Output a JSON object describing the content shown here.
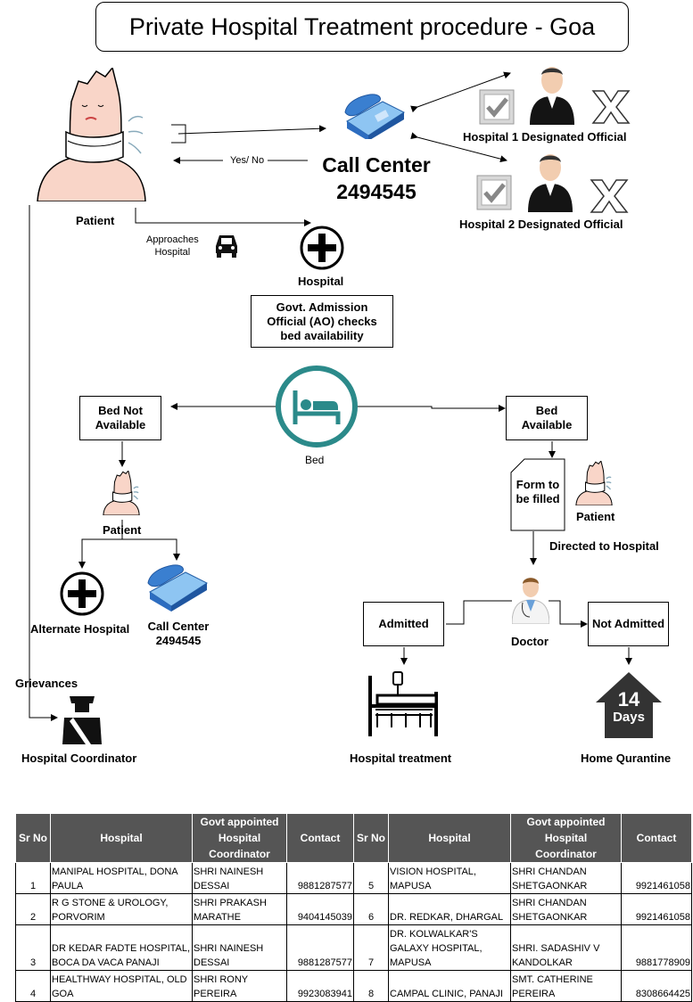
{
  "title": "Private Hospital Treatment procedure - Goa",
  "labels": {
    "patient": "Patient",
    "yes_no": "Yes/ No",
    "call_center": "Call Center",
    "call_center_number": "2494545",
    "hospital1_official": "Hospital 1 Designated Official",
    "hospital2_official": "Hospital 2 Designated Official",
    "approaches": "Approaches",
    "hospital_small": "Hospital",
    "hospital": "Hospital",
    "ao_box": "Govt. Admission Official (AO) checks bed availability",
    "bed": "Bed",
    "bed_not_available": "Bed Not Available",
    "bed_available": "Bed Available",
    "form": "Form to be filled",
    "patient2": "Patient",
    "patient3": "Patient",
    "directed": "Directed to Hospital",
    "alternate_hospital": "Alternate Hospital",
    "call_center2": "Call Center",
    "call_center2_number": "2494545",
    "doctor": "Doctor",
    "admitted": "Admitted",
    "not_admitted": "Not Admitted",
    "grievances": "Grievances",
    "hospital_coordinator": "Hospital Coordinator",
    "hospital_treatment": "Hospital treatment",
    "home_quarantine": "Home Qurantine",
    "days_number": "14",
    "days_word": "Days"
  },
  "table": {
    "headers": [
      "Sr No",
      "Hospital",
      "Govt appointed Hospital Coordinator",
      "Contact",
      "Sr No",
      "Hospital",
      "Govt appointed Hospital Coordinator",
      "Contact"
    ],
    "rows": [
      [
        "1",
        "MANIPAL HOSPITAL, DONA PAULA",
        "SHRI NAINESH DESSAI",
        "9881287577",
        "5",
        "VISION HOSPITAL, MAPUSA",
        "SHRI CHANDAN SHETGAONKAR",
        "9921461058"
      ],
      [
        "2",
        "R G STONE & UROLOGY, PORVORIM",
        "SHRI PRAKASH MARATHE",
        "9404145039",
        "6",
        "DR. REDKAR, DHARGAL",
        "SHRI CHANDAN SHETGAONKAR",
        "9921461058"
      ],
      [
        "3",
        "DR KEDAR FADTE HOSPITAL, BOCA DA VACA PANAJI",
        "SHRI NAINESH DESSAI",
        "9881287577",
        "7",
        "DR. KOLWALKAR'S GALAXY HOSPITAL, MAPUSA",
        "SHRI.  SADASHIV V KANDOLKAR",
        "9881778909"
      ],
      [
        "4",
        "HEALTHWAY HOSPITAL, OLD GOA",
        "SHRI  RONY PEREIRA",
        "9923083941",
        "8",
        "CAMPAL CLINIC, PANAJI",
        "SMT. CATHERINE PEREIRA",
        "8308664425"
      ]
    ]
  },
  "colors": {
    "teal": "#2b8a8a",
    "phone_blue": "#3a7fd0",
    "dark": "#222222",
    "header_gray": "#555555"
  }
}
